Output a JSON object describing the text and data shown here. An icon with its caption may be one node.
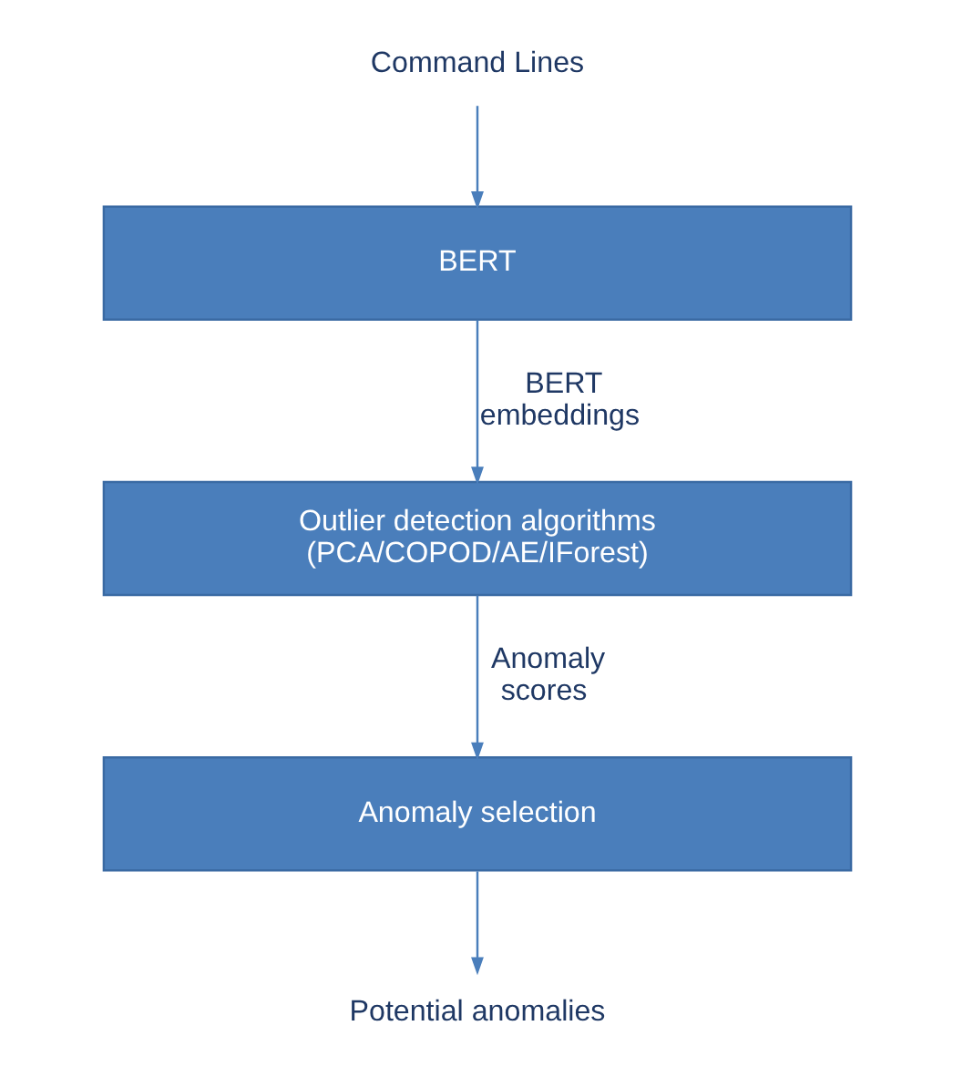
{
  "diagram": {
    "nodes": [
      {
        "text": [
          "Command Lines"
        ]
      },
      {
        "text": [
          "BERT"
        ]
      },
      {
        "text": [
          "Outlier detection algorithms (PCA/COPOD/AE/IForest)"
        ]
      },
      {
        "text": [
          "Anomaly selection"
        ]
      },
      {
        "text": [
          "Potential anomalies"
        ]
      }
    ],
    "edges": [
      {
        "from": 0,
        "to": 1,
        "arrow": "to"
      },
      {
        "from": 1,
        "to": 2,
        "arrow": "to",
        "label": "BERT embeddings"
      },
      {
        "from": 2,
        "to": 3,
        "arrow": "to",
        "label": "Anomaly scores"
      },
      {
        "from": 3,
        "to": 4,
        "arrow": "to"
      }
    ]
  }
}
